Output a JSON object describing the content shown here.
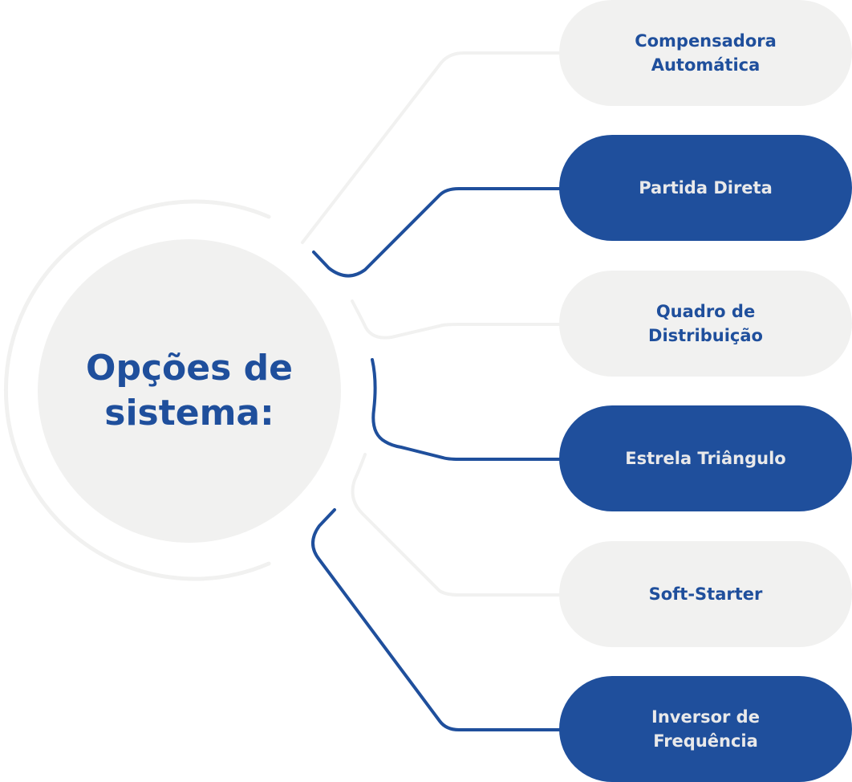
{
  "title": "Opções de sistema:",
  "colors": {
    "blue": "#1f4f9c",
    "light": "#f1f1f0"
  },
  "options": [
    {
      "label": "Compensadora Automática",
      "style": "light"
    },
    {
      "label": "Partida Direta",
      "style": "dark"
    },
    {
      "label": "Quadro de Distribuição",
      "style": "light"
    },
    {
      "label": "Estrela Triângulo",
      "style": "dark"
    },
    {
      "label": "Soft-Starter",
      "style": "light"
    },
    {
      "label": "Inversor de Frequência",
      "style": "dark"
    }
  ]
}
